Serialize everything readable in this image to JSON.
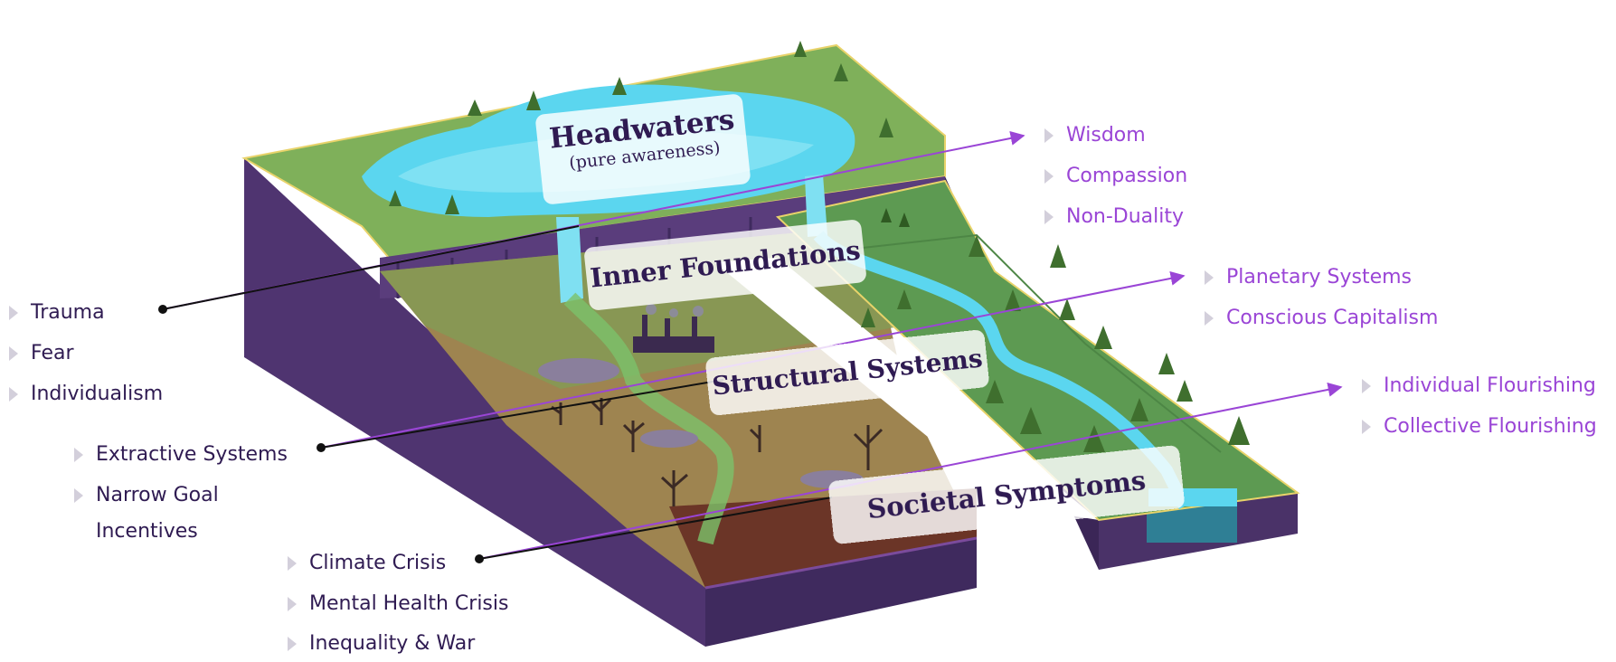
{
  "layers": {
    "headwaters": {
      "title": "Headwaters",
      "subtitle": "(pure awareness)"
    },
    "inner_foundations": "Inner Foundations",
    "structural_systems": "Structural Systems",
    "societal_symptoms": "Societal Symptoms"
  },
  "left_lists": {
    "inner": [
      "Trauma",
      "Fear",
      "Individualism"
    ],
    "structural": [
      "Extractive Systems",
      "Narrow Goal Incentives"
    ],
    "symptoms": [
      "Climate Crisis",
      "Mental Health Crisis",
      "Inequality & War"
    ]
  },
  "right_lists": {
    "headwaters": [
      "Wisdom",
      "Compassion",
      "Non-Duality"
    ],
    "structural": [
      "Planetary Systems",
      "Conscious Capitalism"
    ],
    "symptoms": [
      "Individual Flourishing",
      "Collective Flourishing"
    ]
  },
  "colors": {
    "text_dark": "#2f1b52",
    "text_purple": "#9a45d6",
    "cliff": "#4f3470",
    "water": "#5bd6ef",
    "grass": "#7fb05a",
    "dry_land": "#a5894e",
    "dead_soil": "#6b3527"
  }
}
